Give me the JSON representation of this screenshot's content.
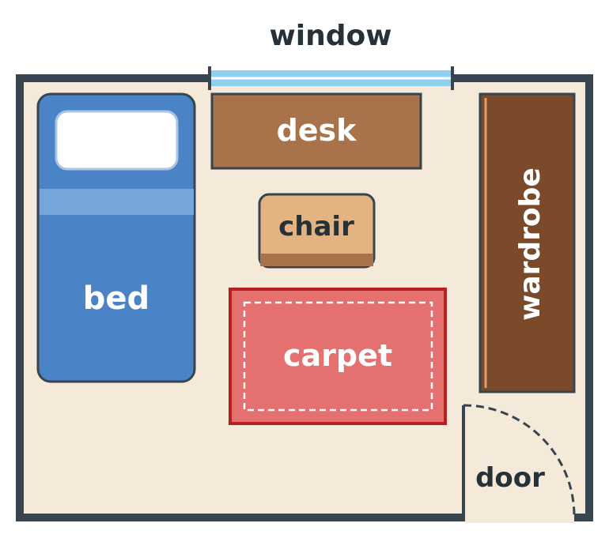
{
  "labels": {
    "window": "window",
    "desk": "desk",
    "chair": "chair",
    "wardrobe": "wardrobe",
    "bed": "bed",
    "carpet": "carpet",
    "door": "door"
  },
  "colors": {
    "floor": "#f5e9da",
    "wall": "#36454f",
    "window_glass": "#8fd0f0",
    "bed": "#4b84c6",
    "bed_band": "#77a6dc",
    "pillow": "#ffffff",
    "desk": "#a8724a",
    "chair": "#e3b381",
    "chair_base": "#a8724a",
    "wardrobe": "#7a4a2a",
    "carpet": "#e57070",
    "carpet_border": "#b82020",
    "dark_text": "#263238",
    "light_text": "#ffffff"
  }
}
